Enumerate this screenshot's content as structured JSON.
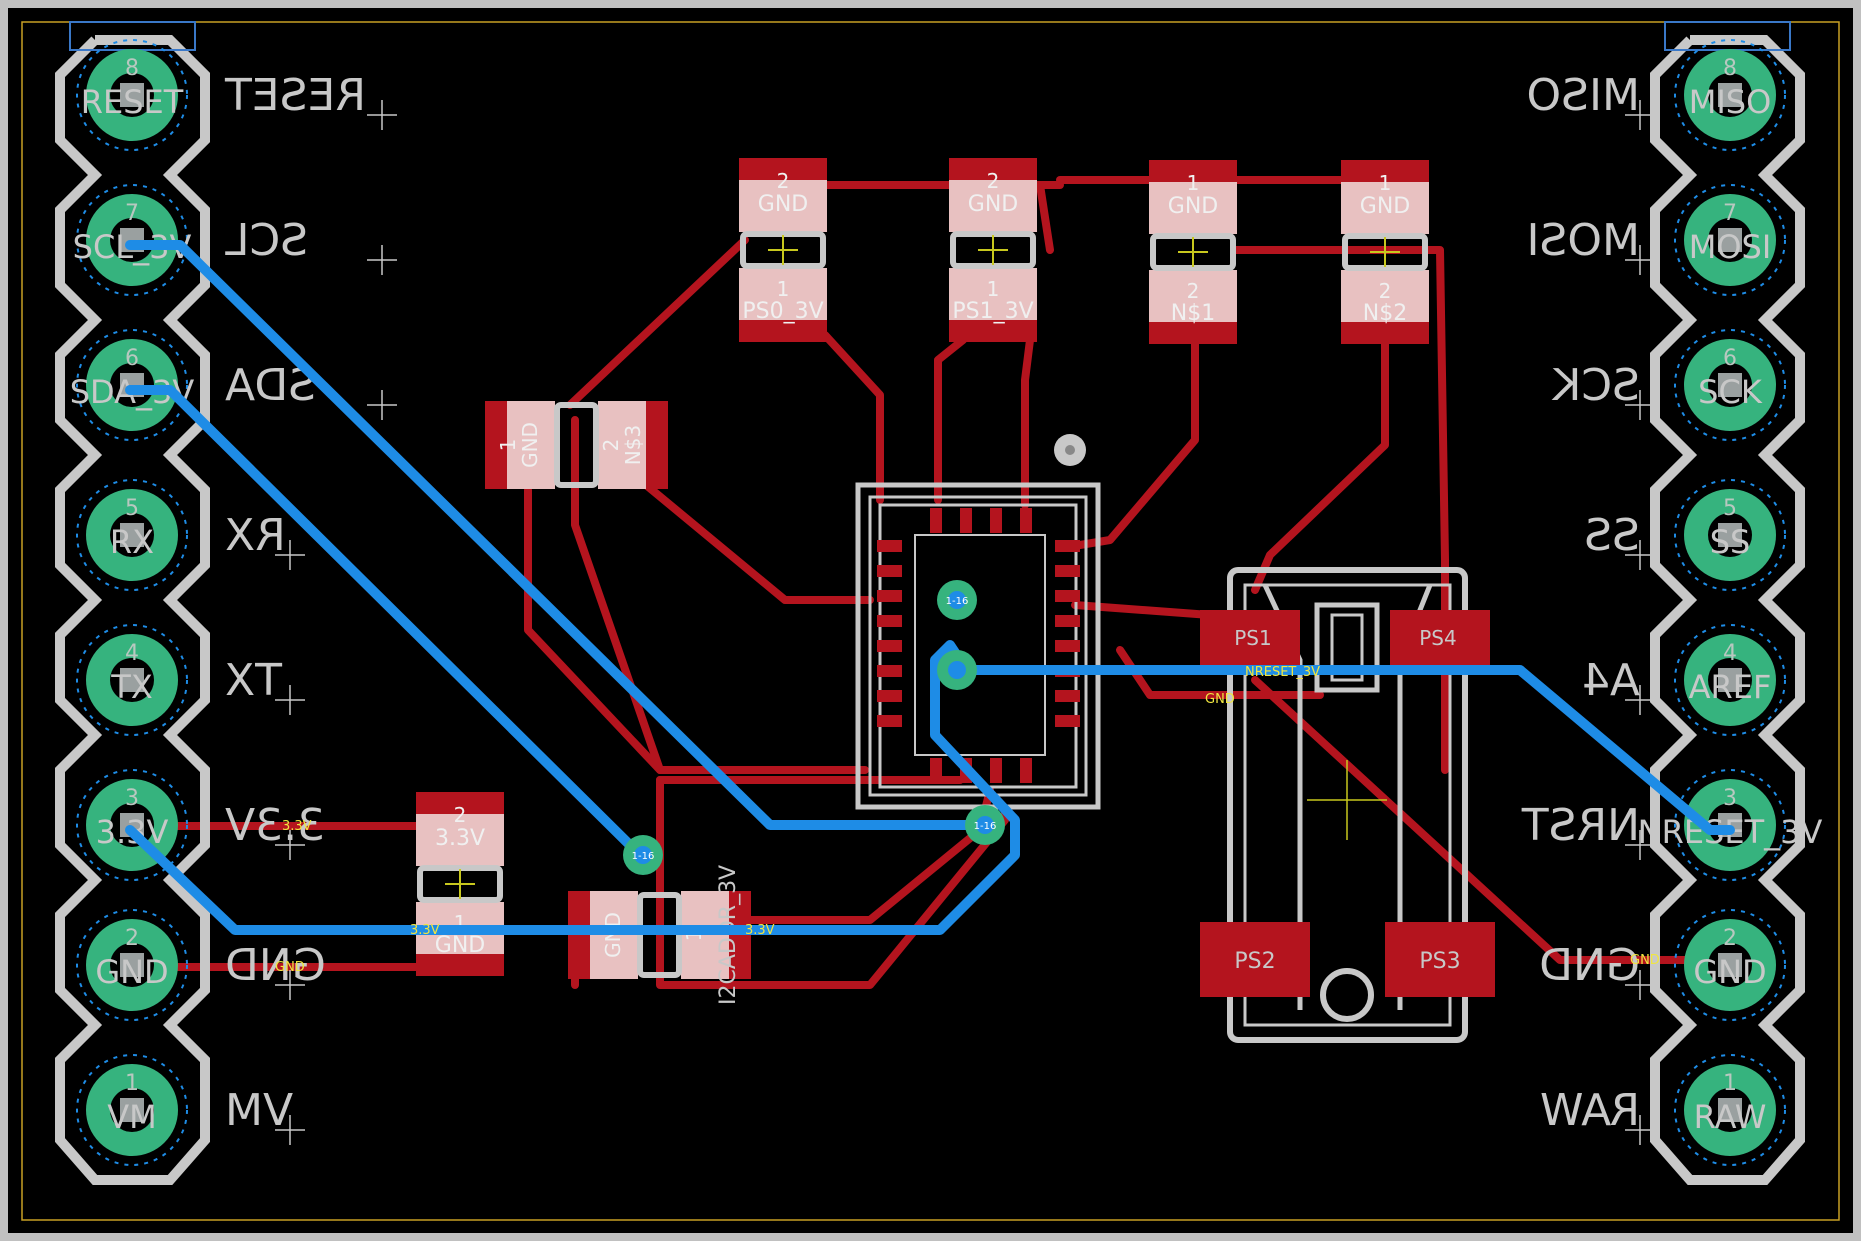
{
  "left_header": {
    "pins": [
      {
        "num": "8",
        "name": "RESET",
        "label": "RESET"
      },
      {
        "num": "7",
        "name": "SCL_3V",
        "label": "SCL"
      },
      {
        "num": "6",
        "name": "SDA_3V",
        "label": "SDA"
      },
      {
        "num": "5",
        "name": "RX",
        "label": "RX"
      },
      {
        "num": "4",
        "name": "TX",
        "label": "TX"
      },
      {
        "num": "3",
        "name": "3.3V",
        "label": "3.3V"
      },
      {
        "num": "2",
        "name": "GND",
        "label": "GND"
      },
      {
        "num": "1",
        "name": "VM",
        "label": "VM"
      }
    ]
  },
  "right_header": {
    "pins": [
      {
        "num": "8",
        "name": "MISO",
        "label": "MISO"
      },
      {
        "num": "7",
        "name": "MOSI",
        "label": "MOSI"
      },
      {
        "num": "6",
        "name": "SCK",
        "label": "SCK"
      },
      {
        "num": "5",
        "name": "SS",
        "label": "SS"
      },
      {
        "num": "4",
        "name": "AREF",
        "label": "A4"
      },
      {
        "num": "3",
        "name": "NRESET_3V",
        "label": "NRST"
      },
      {
        "num": "2",
        "name": "GND",
        "label": "GND"
      },
      {
        "num": "1",
        "name": "RAW",
        "label": "RAW"
      }
    ]
  },
  "components": {
    "ps0": {
      "top_num": "2",
      "top_net": "GND",
      "bot_num": "1",
      "bot_net": "PS0_3V"
    },
    "ps1": {
      "top_num": "2",
      "top_net": "GND",
      "bot_num": "1",
      "bot_net": "PS1_3V"
    },
    "n1": {
      "top_num": "1",
      "top_net": "GND",
      "bot_num": "2",
      "bot_net": "N$1"
    },
    "n2": {
      "top_num": "1",
      "top_net": "GND",
      "bot_num": "2",
      "bot_net": "N$2"
    },
    "n3": {
      "left_num": "1",
      "left_net": "GND",
      "right_num": "2",
      "right_net": "N$3"
    },
    "c33": {
      "top_num": "2",
      "top_net": "3.3V",
      "bot_num": "1",
      "bot_net": "GND"
    },
    "i2c": {
      "left_net": "GND",
      "right_num": "1",
      "right_net": "I2CADDR_3V"
    },
    "switch": {
      "pads": [
        "PS1",
        "PS4",
        "PS2",
        "PS3"
      ]
    }
  },
  "trace_labels": {
    "nreset": "NRESET_3V",
    "v33": "3.3V",
    "gnd": "GND",
    "via": "1-16"
  },
  "colors": {
    "board": "#000000",
    "top_copper": "#b4141e",
    "bottom_copper": "#1e8ce6",
    "pad": "#e8c1c1",
    "via": "#36b37e",
    "silkscreen": "#c8c8c8",
    "outline": "#c8a024"
  }
}
